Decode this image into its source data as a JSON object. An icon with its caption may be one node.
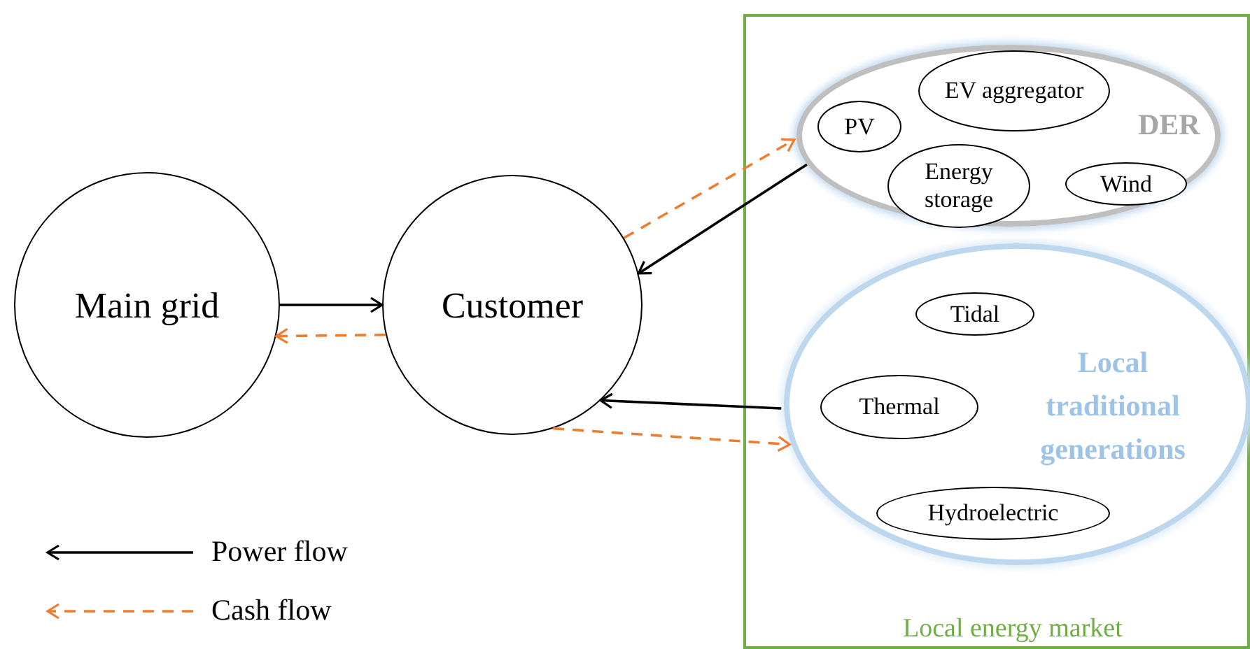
{
  "diagram": {
    "nodes": [
      {
        "text": [
          "Main grid"
        ]
      },
      {
        "text": [
          "Customer"
        ]
      },
      {
        "text": [
          "Local energy market"
        ]
      },
      {
        "text": [
          "DER"
        ],
        "in": 2
      },
      {
        "text": [
          "PV"
        ],
        "in": 3
      },
      {
        "text": [
          "EV aggregator"
        ],
        "in": 3
      },
      {
        "text": [
          "Energy storage"
        ],
        "in": 3
      },
      {
        "text": [
          "Wind"
        ],
        "in": 3
      },
      {
        "text": [
          "Local traditional generations"
        ],
        "in": 2
      },
      {
        "text": [
          "Tidal"
        ],
        "in": 8
      },
      {
        "text": [
          "Thermal"
        ],
        "in": 8
      },
      {
        "text": [
          "Hydroelectric"
        ],
        "in": 8
      }
    ],
    "edges": [
      {
        "from": 0,
        "to": 1,
        "arrow": "to"
      },
      {
        "from": 1,
        "to": 0,
        "arrow": "to",
        "style": "dashed",
        "color": "#ed7d31"
      },
      {
        "from": 3,
        "to": 1,
        "arrow": "to"
      },
      {
        "from": 1,
        "to": 3,
        "arrow": "to",
        "style": "dashed",
        "color": "#ed7d31"
      },
      {
        "from": 8,
        "to": 1,
        "arrow": "to"
      },
      {
        "from": 1,
        "to": 8,
        "arrow": "to",
        "style": "dashed",
        "color": "#ed7d31"
      }
    ],
    "legend": [
      {
        "text": "Power flow"
      },
      {
        "text": "Cash flow"
      }
    ]
  }
}
